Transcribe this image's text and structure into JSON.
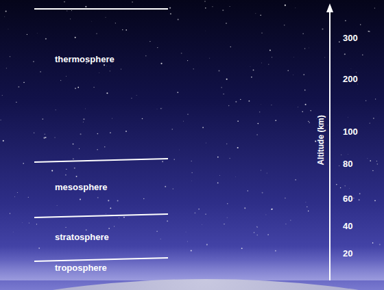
{
  "diagram": {
    "labels": [
      "thermosphere",
      "mesosphere",
      "stratosphere",
      "troposphere",
      "Altitude (km)",
      "300",
      "200",
      "100",
      "80",
      "60",
      "40",
      "20"
    ]
  }
}
